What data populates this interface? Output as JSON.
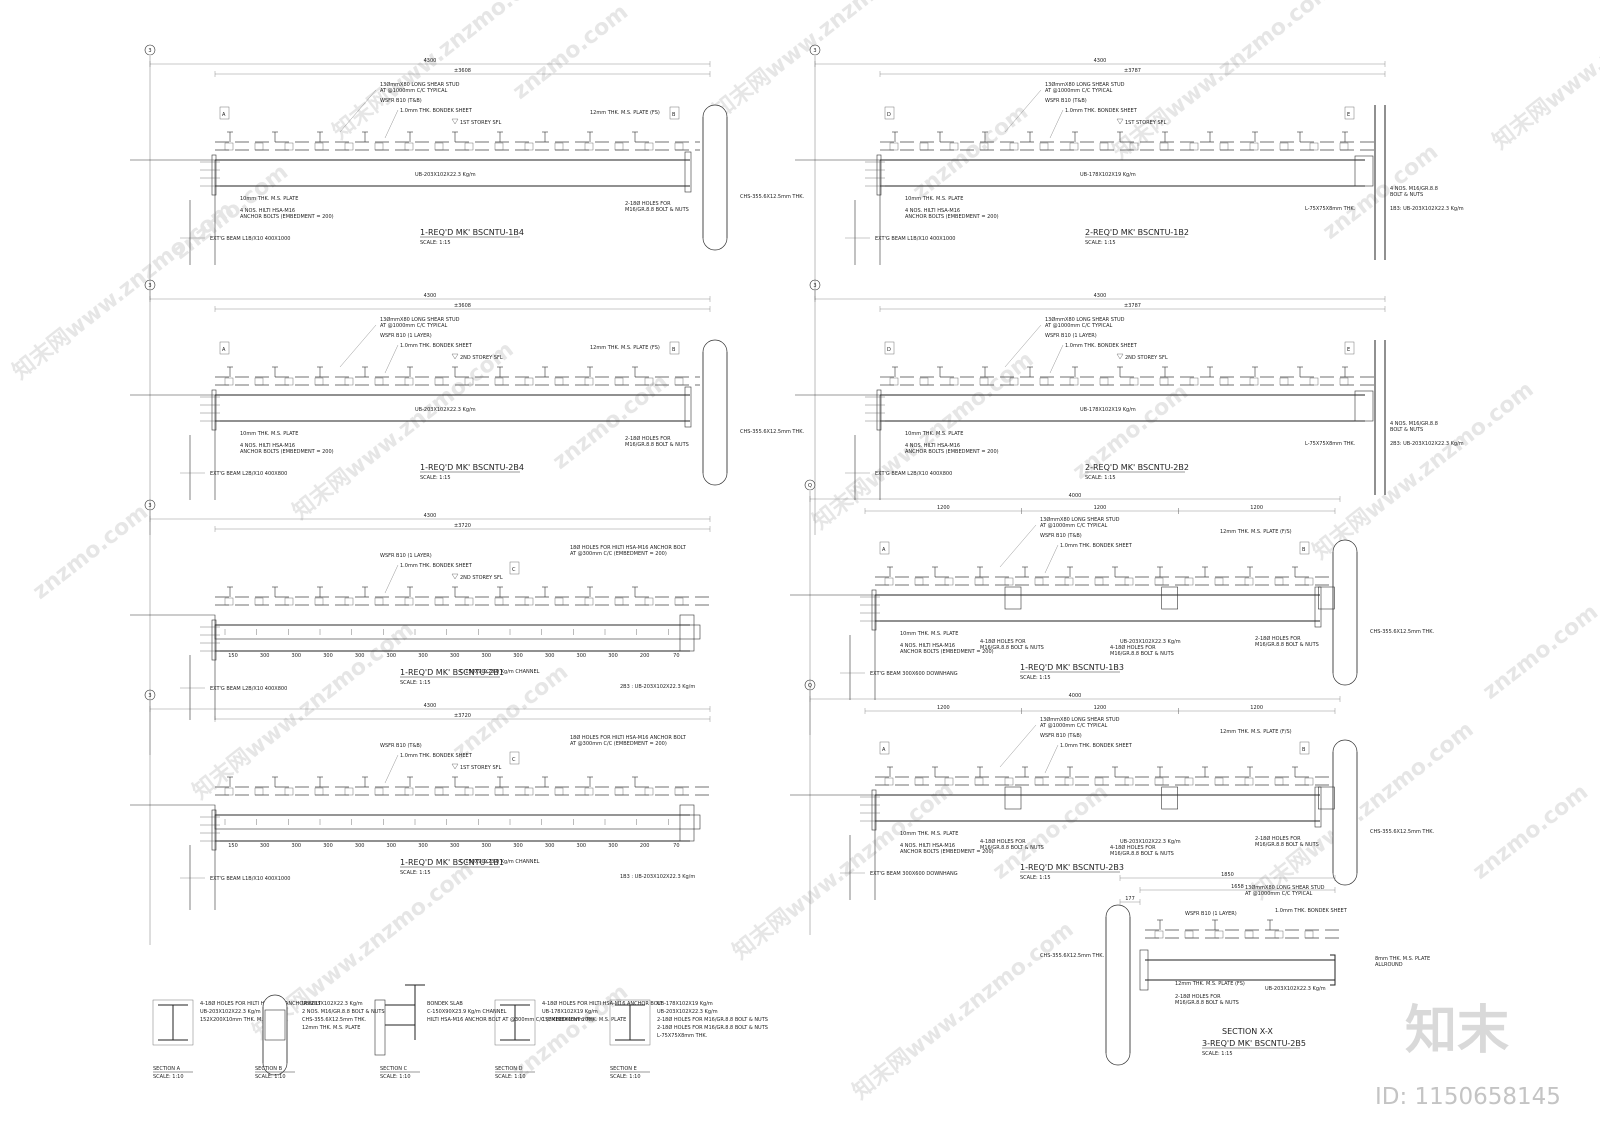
{
  "watermark": {
    "site": "znzmo.com",
    "cn": "知末网www.znzmo.com",
    "logo": "知末",
    "id": "ID: 1150658145"
  },
  "common": {
    "stud": "13ØmmX80 LONG SHEAR STUD",
    "stud2": "AT @1000mm C/C TYPICAL",
    "bondek": "1.0mm THK. BONDEK SHEET",
    "plate10": "10mm THK. M.S. PLATE",
    "anchor1": "4 NOS. HILTI HSA-M16",
    "anchor2": "ANCHOR BOLTS (EMBEDMENT = 200)",
    "plate12": "12mm THK. M.S. PLATE (FS)",
    "holes1": "2-18Ø HOLES FOR",
    "holes2": "M16/GR.8.8 BOLT & NUTS",
    "chs": "CHS-355.6X12.5mm THK.",
    "ub203": "UB-203X102X22.3 Kg/m",
    "ub178": "UB-178X102X19 Kg/m",
    "angle": "L-75X75X8mm THK.",
    "bolt4a": "4 NOS. M16/GR.8.8",
    "bolt4b": "BOLT & NUTS",
    "channel": "C-150X90X23.9 Kg/m CHANNEL",
    "holesA1": "18Ø HOLES FOR HILTI HSA-M16 ANCHOR BOLT",
    "holesA2": "AT @300mm C/C (EMBEDMENT = 200)",
    "scale": "SCALE: 1:15"
  },
  "panels": [
    {
      "grid": "3",
      "dim_total": "4300",
      "dim_inner": "±3608",
      "wsfr": "WSFR B10 (T&B)",
      "storey": "1ST STOREY SFL",
      "marks": [
        "A",
        "B"
      ],
      "beam": "UB-203X102X22.3 Kg/m",
      "ext": "EXT'G BEAM L1B/X10 400X1000",
      "title": "1-REQ'D MK' BSCNTU-1B4"
    },
    {
      "grid": "3",
      "dim_total": "4300",
      "dim_inner": "±3787",
      "wsfr": "WSFR B10 (T&B)",
      "storey": "1ST STOREY SFL",
      "marks": [
        "D",
        "E"
      ],
      "beam": "UB-178X102X19 Kg/m",
      "ext": "EXT'G BEAM L1B/X10 400X1000",
      "extra": "1B3: UB-203X102X22.3 Kg/m",
      "title": "2-REQ'D MK' BSCNTU-1B2"
    },
    {
      "grid": "3",
      "dim_total": "4300",
      "dim_inner": "±3608",
      "wsfr": "WSFR B10 (1 LAYER)",
      "storey": "2ND STOREY SFL",
      "marks": [
        "A",
        "B"
      ],
      "beam": "UB-203X102X22.3 Kg/m",
      "ext": "EXT'G BEAM L2B/X10 400X800",
      "title": "1-REQ'D MK' BSCNTU-2B4"
    },
    {
      "grid": "3",
      "dim_total": "4300",
      "dim_inner": "±3787",
      "wsfr": "WSFR B10 (1 LAYER)",
      "storey": "2ND STOREY SFL",
      "marks": [
        "D",
        "E"
      ],
      "beam": "UB-178X102X19 Kg/m",
      "ext": "EXT'G BEAM L2B/X10 400X800",
      "extra": "2B3: UB-203X102X22.3 Kg/m",
      "title": "2-REQ'D MK' BSCNTU-2B2"
    },
    {
      "grid": "3",
      "dim_total": "4300",
      "dim_inner": "±3720",
      "wsfr": "WSFR B10 (1 LAYER)",
      "storey": "2ND STOREY SFL",
      "marks": [
        "C"
      ],
      "spacing": [
        "150",
        "300",
        "300",
        "300",
        "300",
        "300",
        "300",
        "300",
        "300",
        "300",
        "300",
        "300",
        "300",
        "200",
        "70"
      ],
      "ext": "EXT'G BEAM L2B/X10 400X800",
      "extra": "2B3 : UB-203X102X22.3 Kg/m",
      "title": "1-REQ'D MK' BSCNTU-2B1"
    },
    {
      "grid": "Q",
      "dim_total": "4000",
      "spans": [
        "1200",
        "1200",
        "1200"
      ],
      "wsfr": "WSFR B10 (T&B)",
      "marks": [
        "A",
        "B"
      ],
      "plate": "12mm THK. M.S. PLATE (F/S)",
      "holes4": "4-18Ø HOLES FOR",
      "ext": "EXT'G BEAM 300X600 DOWNHANG",
      "title": "1-REQ'D MK' BSCNTU-1B3"
    },
    {
      "grid": "3",
      "dim_total": "4300",
      "dim_inner": "±3720",
      "wsfr": "WSFR B10 (T&B)",
      "storey": "1ST STOREY SFL",
      "marks": [
        "C"
      ],
      "spacing": [
        "150",
        "300",
        "300",
        "300",
        "300",
        "300",
        "300",
        "300",
        "300",
        "300",
        "300",
        "300",
        "300",
        "200",
        "70"
      ],
      "ext": "EXT'G BEAM L1B/X10 400X1000",
      "extra": "1B3 : UB-203X102X22.3 Kg/m",
      "title": "1-REQ'D MK' BSCNTU-1B1"
    },
    {
      "grid": "Q",
      "dim_total": "4000",
      "spans": [
        "1200",
        "1200",
        "1200"
      ],
      "wsfr": "WSFR B10 (T&B)",
      "marks": [
        "A",
        "B"
      ],
      "plate": "12mm THK. M.S. PLATE (F/S)",
      "holes4": "4-18Ø HOLES FOR",
      "ext": "EXT'G BEAM 300X600 DOWNHANG",
      "title": "1-REQ'D MK' BSCNTU-2B3"
    }
  ],
  "section_x": {
    "dim_total": "1850",
    "dim_inner": "1658",
    "dim_small": "177",
    "wsfr": "WSFR B10 (1 LAYER)",
    "plate8a": "8mm THK. M.S. PLATE",
    "plate8b": "ALLROUND",
    "title1": "SECTION X-X",
    "title2": "3-REQ'D MK' BSCNTU-2B5"
  },
  "sections": [
    {
      "name": "SECTION A",
      "scale": "SCALE: 1:10",
      "labels": [
        "4-18Ø HOLES FOR HILTI HSA-M16 ANCHOR BOLT",
        "UB-203X102X22.3 Kg/m",
        "152X200X10mm THK. M.S. PLATE"
      ]
    },
    {
      "name": "SECTION B",
      "scale": "SCALE: 1:10",
      "labels": [
        "UB-203X102X22.3 Kg/m",
        "2 NOS. M16/GR.8.8 BOLT & NUTS",
        "CHS-355.6X12.5mm THK.",
        "12mm THK. M.S. PLATE"
      ]
    },
    {
      "name": "SECTION C",
      "scale": "SCALE: 1:10",
      "labels": [
        "BONDEK SLAB",
        "C-150X90X23.9 Kg/m CHANNEL",
        "HILTI HSA-M16 ANCHOR BOLT AT @300mm C/C (EMBEDMENT 200)"
      ]
    },
    {
      "name": "SECTION D",
      "scale": "SCALE: 1:10",
      "labels": [
        "4-18Ø HOLES FOR HILTI HSA-M16 ANCHOR BOLT",
        "UB-178X102X19 Kg/m",
        "152X198X10mm THK. M.S. PLATE"
      ]
    },
    {
      "name": "SECTION E",
      "scale": "SCALE: 1:10",
      "labels": [
        "UB-178X102X19 Kg/m",
        "UB-203X102X22.3 Kg/m",
        "2-18Ø HOLES FOR M16/GR.8.8 BOLT & NUTS",
        "2-18Ø HOLES FOR M16/GR.8.8 BOLT & NUTS",
        "L-75X75X8mm THK."
      ]
    }
  ]
}
